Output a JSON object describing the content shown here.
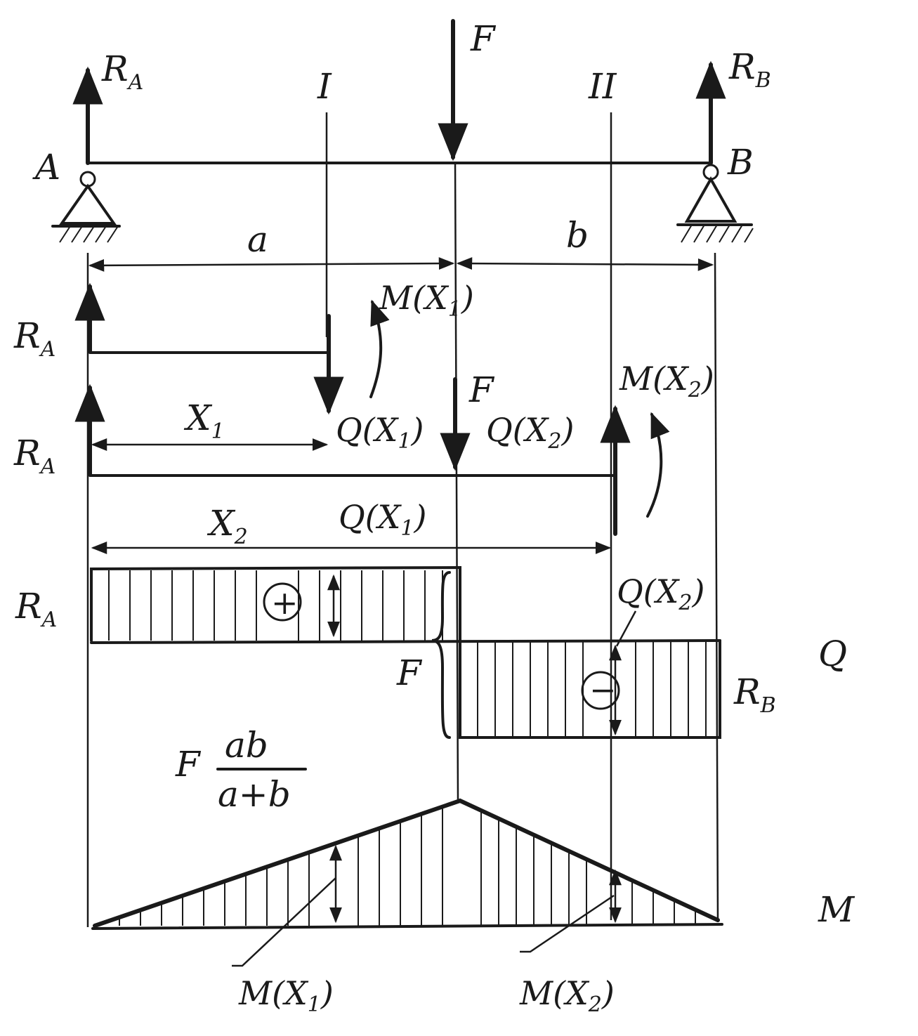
{
  "labels": {
    "RA": "R",
    "RA_sub": "A",
    "RB": "R",
    "RB_sub": "B",
    "F": "F",
    "A": "A",
    "B": "B",
    "I": "I",
    "II": "II",
    "a": "a",
    "b": "b",
    "M1": "M(X",
    "M1_sub": "1",
    "close": ")",
    "M2": "M(X",
    "M2_sub": "2",
    "Q1": "Q(X",
    "Q1_sub": "1",
    "Q2": "Q(X",
    "Q2_sub": "2",
    "X1": "X",
    "X1_sub": "1",
    "X2": "X",
    "X2_sub": "2",
    "Q_diagram": "Q",
    "M_diagram": "M",
    "plus": "+",
    "minus": "−",
    "frac_prefix": "F",
    "frac_num": "ab",
    "frac_den": "a+b"
  }
}
